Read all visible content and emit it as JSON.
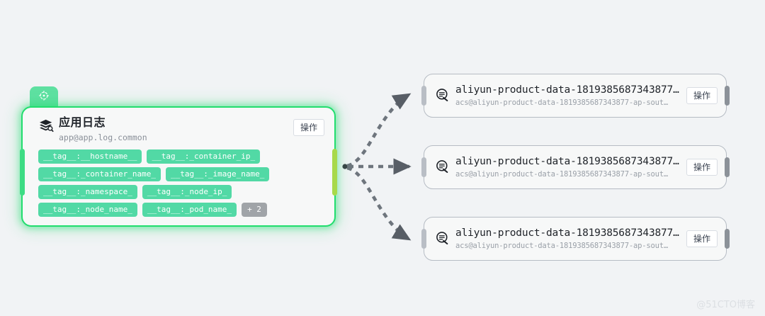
{
  "background_color": "#f1f3f5",
  "source_node": {
    "tab_icon": "target-crosshair-icon",
    "header_icon": "layers-search-icon",
    "title": "应用日志",
    "subtitle": "app@app.log.common",
    "action_label": "操作",
    "accent_color": "#22dd6e",
    "tag_color": "#52d9a5",
    "tag_rows": [
      [
        "__tag__:__hostname__",
        "__tag__:_container_ip_"
      ],
      [
        "__tag__:_container_name_",
        "__tag__:_image_name_"
      ],
      [
        "__tag__:_namespace_",
        "__tag__:_node_ip_"
      ],
      [
        "__tag__:_node_name_",
        "__tag__:_pod_name_"
      ]
    ],
    "more_badge": "+ 2"
  },
  "targets": [
    {
      "icon": "logstore-search-icon",
      "title": "aliyun-product-data-1819385687343877…",
      "subtitle": "acs@aliyun-product-data-1819385687343877-ap-sout…",
      "action_label": "操作"
    },
    {
      "icon": "logstore-search-icon",
      "title": "aliyun-product-data-1819385687343877…",
      "subtitle": "acs@aliyun-product-data-1819385687343877-ap-sout…",
      "action_label": "操作"
    },
    {
      "icon": "logstore-search-icon",
      "title": "aliyun-product-data-1819385687343877…",
      "subtitle": "acs@aliyun-product-data-1819385687343877-ap-sout…",
      "action_label": "操作"
    }
  ],
  "edges": {
    "style": "dashed",
    "color": "#6e757d",
    "count": 3,
    "arrowhead": "triangle"
  },
  "watermark": "@51CTO博客"
}
